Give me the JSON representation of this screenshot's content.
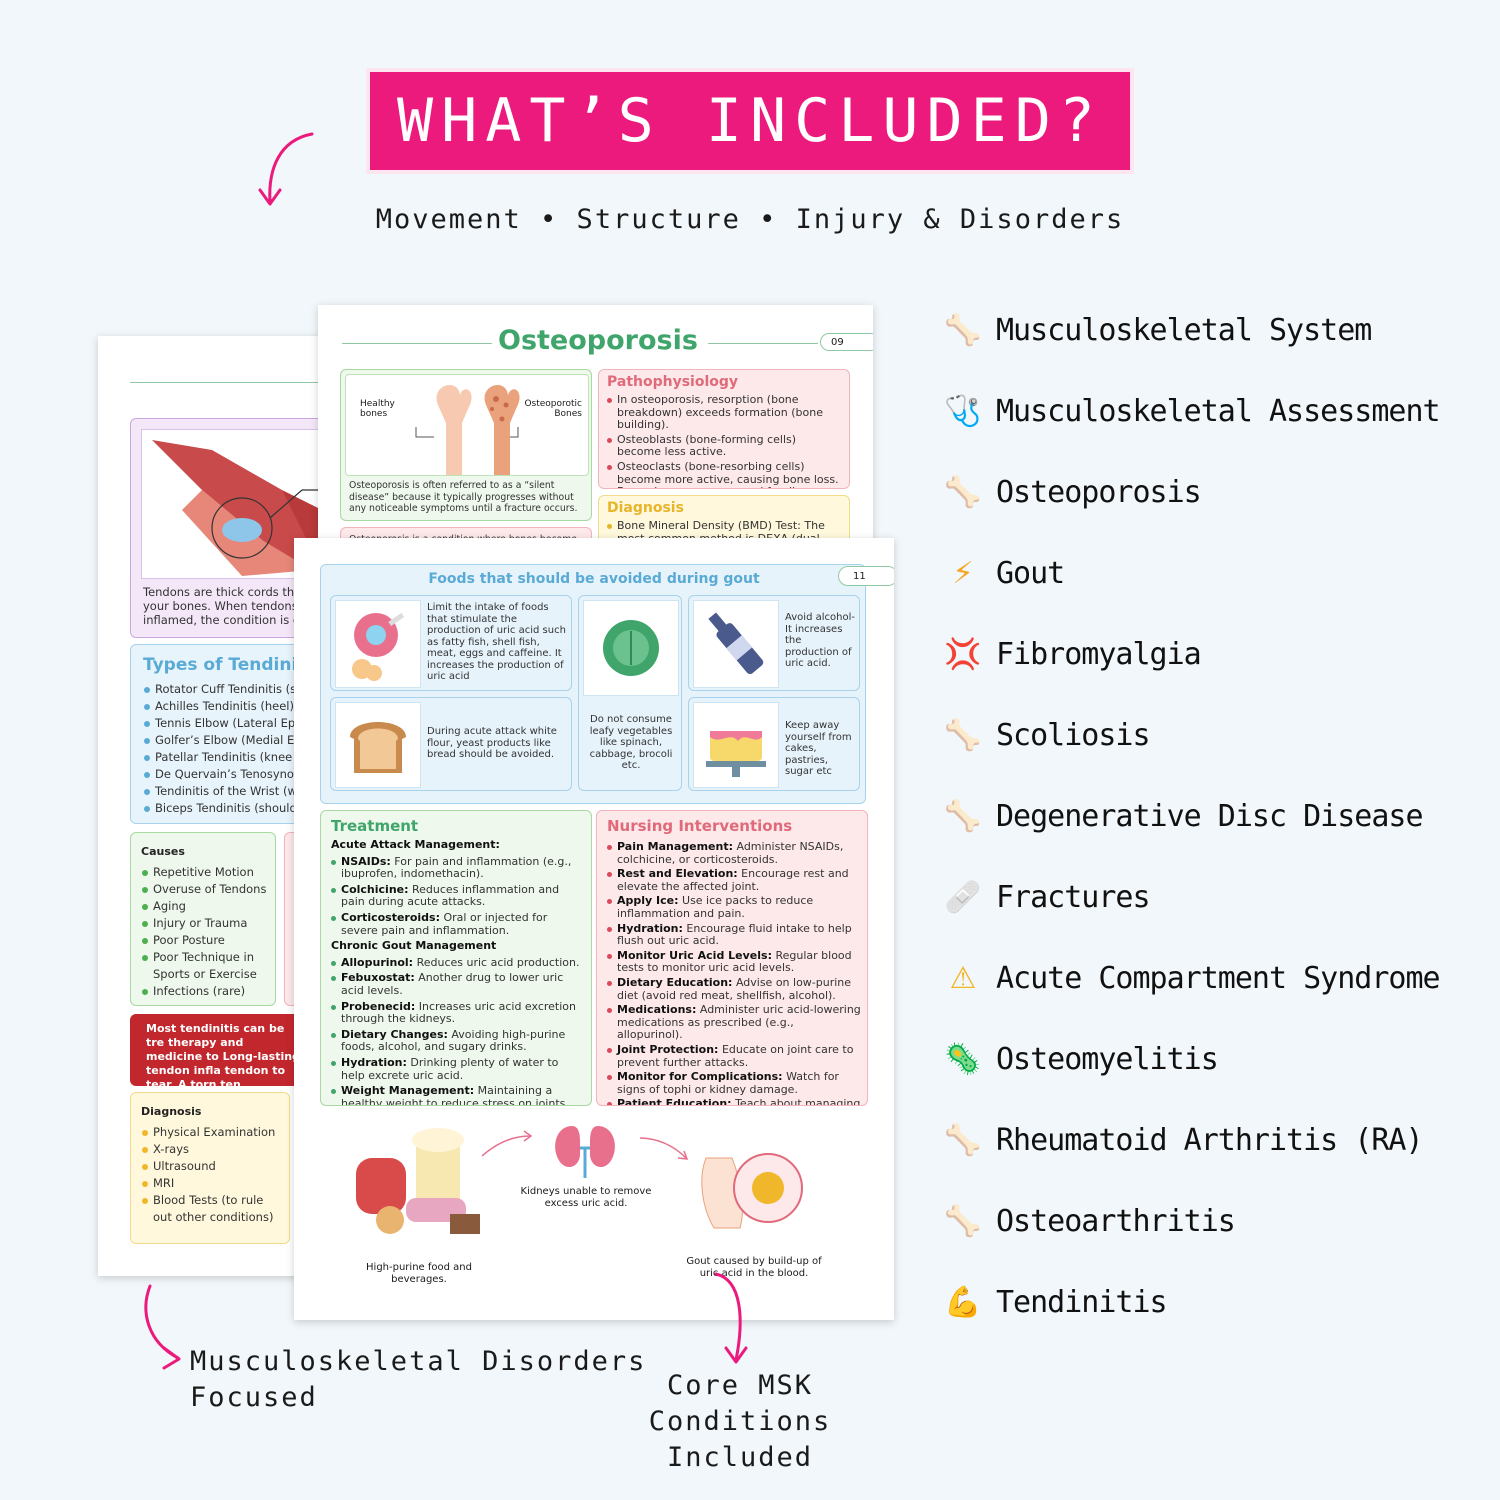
{
  "banner": {
    "title": "WHAT’S INCLUDED?"
  },
  "subtitle": "Movement • Structure • Injury & Disorders",
  "items": [
    {
      "icon": "bone-icon",
      "glyph": "🦴",
      "label": "Musculoskeletal System"
    },
    {
      "icon": "stethoscope-icon",
      "glyph": "🩺",
      "label": "Musculoskeletal Assessment"
    },
    {
      "icon": "bone-icon",
      "glyph": "🦴",
      "label": "Osteoporosis"
    },
    {
      "icon": "lightning-icon",
      "glyph": "⚡",
      "label": "Gout"
    },
    {
      "icon": "anger-icon",
      "glyph": "💢",
      "label": "Fibromyalgia"
    },
    {
      "icon": "bone-icon",
      "glyph": "🦴",
      "label": "Scoliosis"
    },
    {
      "icon": "bone-icon",
      "glyph": "🦴",
      "label": "Degenerative Disc Disease"
    },
    {
      "icon": "bandage-icon",
      "glyph": "🩹",
      "label": "Fractures"
    },
    {
      "icon": "warning-icon",
      "glyph": "⚠",
      "label": "Acute Compartment Syndrome"
    },
    {
      "icon": "microbe-icon",
      "glyph": "🦠",
      "label": "Osteomyelitis"
    },
    {
      "icon": "bone-icon",
      "glyph": "🦴",
      "label": "Rheumatoid Arthritis (RA)"
    },
    {
      "icon": "bone-icon",
      "glyph": "🦴",
      "label": "Osteoarthritis"
    },
    {
      "icon": "flexed-bicep-icon",
      "glyph": "💪",
      "label": "Tendinitis"
    }
  ],
  "captions": {
    "left_line1": "Musculoskeletal Disorders",
    "left_line2": "Focused",
    "bottom_line1": "Core MSK Conditions",
    "bottom_line2": "Included"
  },
  "back_page": {
    "tendon_text": "Tendons are thick cords th your bones. When tendons inflamed, the condition is c",
    "types_title": "Types of Tendini",
    "types": [
      "Rotator Cuff Tendinitis (s",
      "Achilles Tendinitis (heel)",
      "Tennis Elbow (Lateral Epi",
      "Golfer’s Elbow (Medial Ep",
      "Patellar Tendinitis (knee",
      "De Quervain’s Tenosyno",
      "Tendinitis of the Wrist (w",
      "Biceps Tendinitis (should"
    ],
    "causes_title": "Causes",
    "causes": [
      "Repetitive Motion",
      "Overuse of Tendons",
      "Aging",
      "Injury or Trauma",
      "Poor Posture",
      "Poor Technique in",
      "Sports or Exercise",
      "Infections (rare)"
    ],
    "alert": "Most tendinitis can be tre therapy and medicine to Long-lasting tendon infla tendon to tear. A torn ten",
    "diagnosis_title": "Diagnosis",
    "diagnosis": [
      "Physical Examination",
      "X-rays",
      "Ultrasound",
      "MRI",
      "Blood Tests (to rule",
      "out other conditions)"
    ]
  },
  "mid_page": {
    "title": "Osteoporosis",
    "page_no": "09",
    "healthy": "Healthy bones",
    "osteo": "Osteoporotic Bones",
    "silent": "Osteoporosis is often referred to as a “silent disease” because it typically progresses without any noticeable symptoms until a fracture occurs.",
    "cut": "Osteoporosis is a condition where bones become",
    "patho_title": "Pathophysiology",
    "patho": [
      "In osteoporosis, resorption (bone breakdown) exceeds formation (bone building).",
      "Osteoblasts (bone-forming cells) become less active.",
      "Osteoclasts (bone-resorbing cells) become more active, causing bone loss. Bones become porous and fragile, increasing fracture risk, especially in the spine, hips, and wrists."
    ],
    "diag_title": "Diagnosis",
    "diag": "Bone Mineral Density (BMD) Test: The most common method is DEXA (dual-energy x-ray"
  },
  "front_page": {
    "foods_title": "Foods that should be avoided during gout",
    "page_no": "11",
    "food1": "Limit the intake of foods that stimulate the production of uric acid such as fatty fish, shell fish, meat, eggs and caffeine. It increases the production of uric acid",
    "food2": "Do not consume leafy vegetables like spinach, cabbage, brocoli etc.",
    "food3": "Avoid alcohol-It increases the production of uric acid.",
    "food4": "During acute attack white flour, yeast products like bread should be avoided.",
    "food5": "Keep away yourself from cakes, pastries, sugar etc",
    "treat_title": "Treatment",
    "acute_title": "Acute Attack Management:",
    "acute": [
      {
        "b": "NSAIDs:",
        "t": " For pain and inflammation (e.g., ibuprofen, indomethacin)."
      },
      {
        "b": "Colchicine:",
        "t": " Reduces inflammation and pain during acute attacks."
      },
      {
        "b": "Corticosteroids:",
        "t": " Oral or injected for severe pain and inflammation."
      }
    ],
    "chronic_title": "Chronic Gout Management",
    "chronic": [
      {
        "b": "Allopurinol:",
        "t": " Reduces uric acid production."
      },
      {
        "b": "Febuxostat:",
        "t": " Another drug to lower uric acid levels."
      },
      {
        "b": "Probenecid:",
        "t": " Increases uric acid excretion through the kidneys."
      },
      {
        "b": "Dietary Changes:",
        "t": " Avoiding high-purine foods, alcohol, and sugary drinks."
      },
      {
        "b": "Hydration:",
        "t": " Drinking plenty of water to help excrete uric acid."
      },
      {
        "b": "Weight Management:",
        "t": " Maintaining a healthy weight to reduce stress on joints and lower uric acid levels."
      }
    ],
    "nurse_title": "Nursing Interventions",
    "nurse": [
      {
        "b": "Pain Management:",
        "t": " Administer NSAIDs, colchicine, or corticosteroids."
      },
      {
        "b": "Rest and Elevation:",
        "t": " Encourage rest and elevate the affected joint."
      },
      {
        "b": "Apply Ice:",
        "t": " Use ice packs to reduce inflammation and pain."
      },
      {
        "b": "Hydration:",
        "t": " Encourage fluid intake to help flush out uric acid."
      },
      {
        "b": "Monitor Uric Acid Levels:",
        "t": " Regular blood tests to monitor uric acid levels."
      },
      {
        "b": "Dietary Education:",
        "t": " Advise on low-purine diet (avoid red meat, shellfish, alcohol)."
      },
      {
        "b": "Medications:",
        "t": " Administer uric acid-lowering medications as prescribed (e.g., allopurinol)."
      },
      {
        "b": "Joint Protection:",
        "t": " Educate on joint care to prevent further attacks."
      },
      {
        "b": "Monitor for Complications:",
        "t": " Watch for signs of tophi or kidney damage."
      },
      {
        "b": "Patient Education:",
        "t": " Teach about managing flareups and lifestyle changes."
      }
    ],
    "flow1": "High-purine food and beverages.",
    "flow2": "Kidneys unable to remove excess uric acid.",
    "flow3": "Gout caused by build-up of uric acid in the blood."
  },
  "colors": {
    "accent": "#ec1a7c",
    "green": "#3fa56b",
    "pink_box": "#fde8ea",
    "green_box": "#eef8ec",
    "blue_box": "#e6f3fb"
  }
}
